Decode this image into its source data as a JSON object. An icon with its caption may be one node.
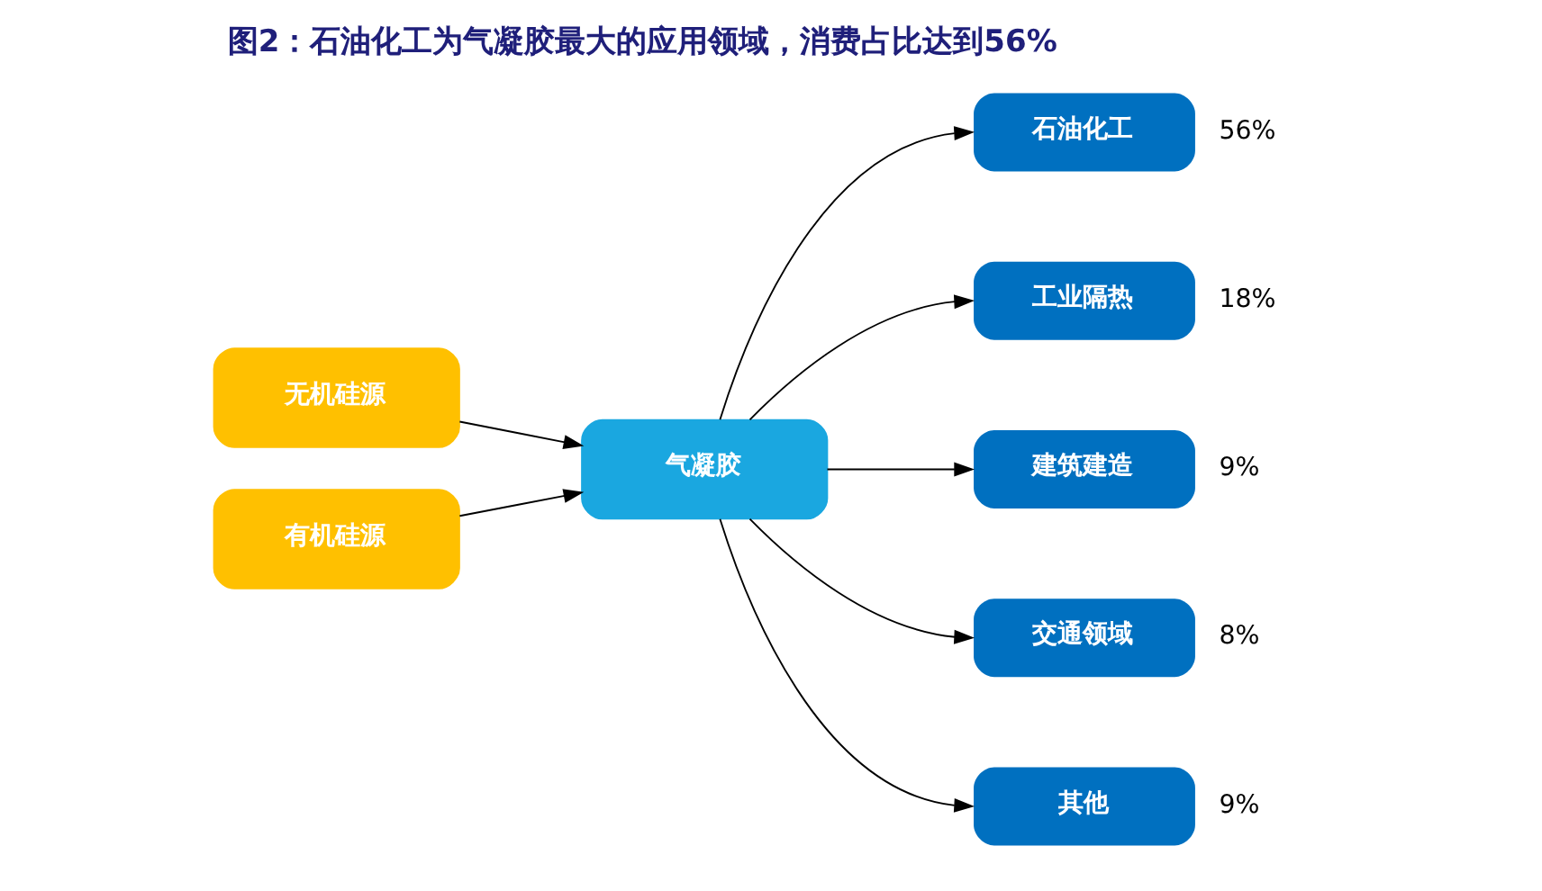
{
  "diagram": {
    "title": "图2：石油化工为气凝胶最大的应用领域，消费占比达到56%",
    "nodes": [
      {
        "text": [
          "无机硅源"
        ]
      },
      {
        "text": [
          "有机硅源"
        ]
      },
      {
        "text": [
          "气凝胶"
        ]
      },
      {
        "text": [
          "石油化工"
        ],
        "beside": [
          "56%"
        ]
      },
      {
        "text": [
          "工业隔热"
        ],
        "beside": [
          "18%"
        ]
      },
      {
        "text": [
          "建筑建造"
        ],
        "beside": [
          "9%"
        ]
      },
      {
        "text": [
          "交通领域"
        ],
        "beside": [
          "8%"
        ]
      },
      {
        "text": [
          "其他"
        ],
        "beside": [
          "9%"
        ]
      }
    ],
    "edges": [
      {
        "from": 0,
        "to": 2,
        "arrow": "to"
      },
      {
        "from": 1,
        "to": 2,
        "arrow": "to"
      },
      {
        "from": 2,
        "to": 3,
        "arrow": "to"
      },
      {
        "from": 2,
        "to": 4,
        "arrow": "to"
      },
      {
        "from": 2,
        "to": 5,
        "arrow": "to"
      },
      {
        "from": 2,
        "to": 6,
        "arrow": "to"
      },
      {
        "from": 2,
        "to": 7,
        "arrow": "to"
      }
    ]
  }
}
